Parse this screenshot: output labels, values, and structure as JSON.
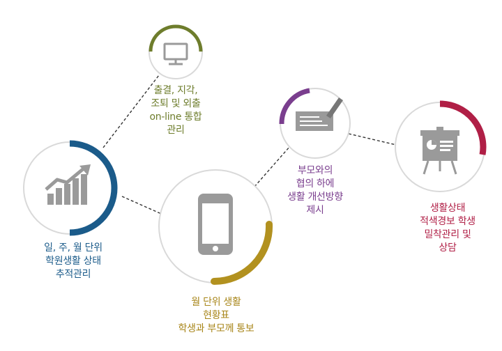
{
  "nodes": {
    "attendance": {
      "lines": [
        "출결, 지각,",
        "조퇴 및 외출",
        "on-line 통합",
        "관리"
      ],
      "icon": "monitor-icon",
      "accent": "#6e7d2c"
    },
    "tracking": {
      "lines": [
        "일, 주, 월 단위",
        "학원생활 상태",
        "추적관리"
      ],
      "icon": "growth-chart-icon",
      "accent": "#1b5b8a"
    },
    "monthly": {
      "lines": [
        "월  단위 생활",
        "현황표",
        "학생과 부모께 통보"
      ],
      "icon": "smartphone-icon",
      "accent": "#b2911f"
    },
    "parents": {
      "lines": [
        "부모와의",
        "협의 하에",
        "생활 개선방향",
        "제시"
      ],
      "icon": "signature-check-icon",
      "accent": "#7a3e8e"
    },
    "alert": {
      "lines": [
        "생활상태",
        "적색경보 학생",
        "밀착관리 및",
        "상담"
      ],
      "icon": "presentation-board-icon",
      "accent": "#b01f46"
    }
  }
}
